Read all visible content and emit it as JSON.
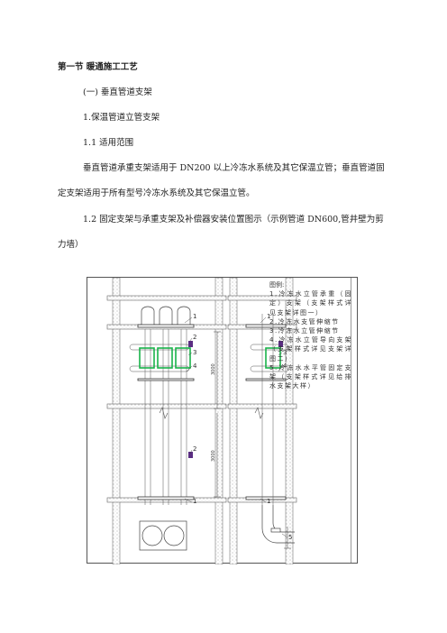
{
  "section_title": "第一节  暖通施工工艺",
  "heading_1": "(一) 垂直管道支架",
  "heading_2": "1.保温管道立管支架",
  "heading_3": "1.1 适用范围",
  "paragraph_1_line1": "垂直管道承重支架适用于 DN200 以上冷冻水系统及其它保温立管；垂直管道固",
  "paragraph_1_line2": "定支架适用于所有型号冷冻水系统及其它保温立管。",
  "heading_4_line1": "1.2 固定支架与承重支架及补偿器安装位置图示（示例管道 DN600,管井壁为剪",
  "heading_4_line2": "力墙）",
  "figure": {
    "legend_title": "图例:",
    "legend_items": [
      "1.冷冻水立管承重（固定）支架（支架样式详见支架详图一）",
      "2.冷冻水支管伸缩节",
      "3.冷冻水立管伸缩节",
      "4.冷冻水立管导向支架（支架样式详见支架详图二）",
      "5.冷冻水水平管固定支架（支架样式详见给排水支架大样）"
    ],
    "callouts": [
      "1",
      "2",
      "3",
      "4",
      "1",
      "2",
      "1",
      "3",
      "4",
      "1",
      "5"
    ],
    "dimension_text": "3000"
  }
}
